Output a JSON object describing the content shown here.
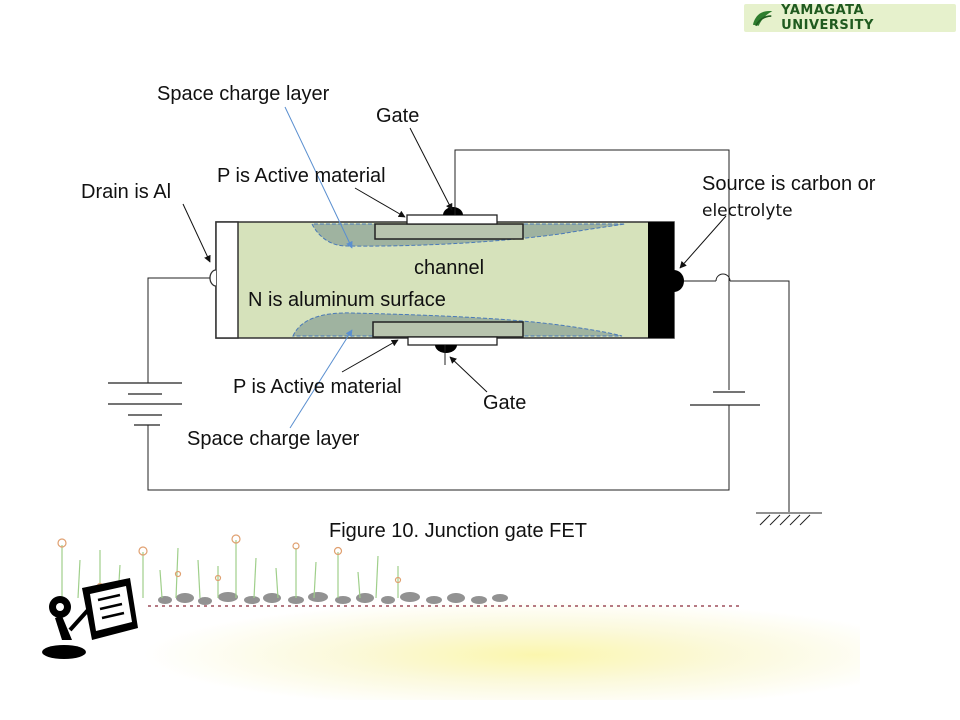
{
  "header": {
    "university": "YAMAGATA UNIVERSITY"
  },
  "labels": {
    "space_charge_top": "Space charge layer",
    "gate_top": "Gate",
    "p_active_top": "P is Active material",
    "drain": "Drain is Al",
    "source_line1": "Source is carbon or",
    "source_line2": "electrolyte",
    "channel": "channel",
    "n_surface": "N is aluminum surface",
    "p_active_bottom": "P is Active material",
    "gate_bottom": "Gate",
    "space_charge_bottom": "Space charge layer"
  },
  "caption": "Figure 10. Junction gate FET",
  "colors": {
    "device_fill": "#d6e2bb",
    "depletion": "#9fb3a0",
    "gate_plate": "#b8c4ae",
    "source_electrode": "#000000",
    "pointer_blue": "#5a8fd0",
    "logo_bg": "#e6f1cc",
    "logo_text": "#1f5a1f"
  },
  "icons": {
    "logo": "leaf-logo-icon",
    "clipart": "podium-document-icon"
  }
}
